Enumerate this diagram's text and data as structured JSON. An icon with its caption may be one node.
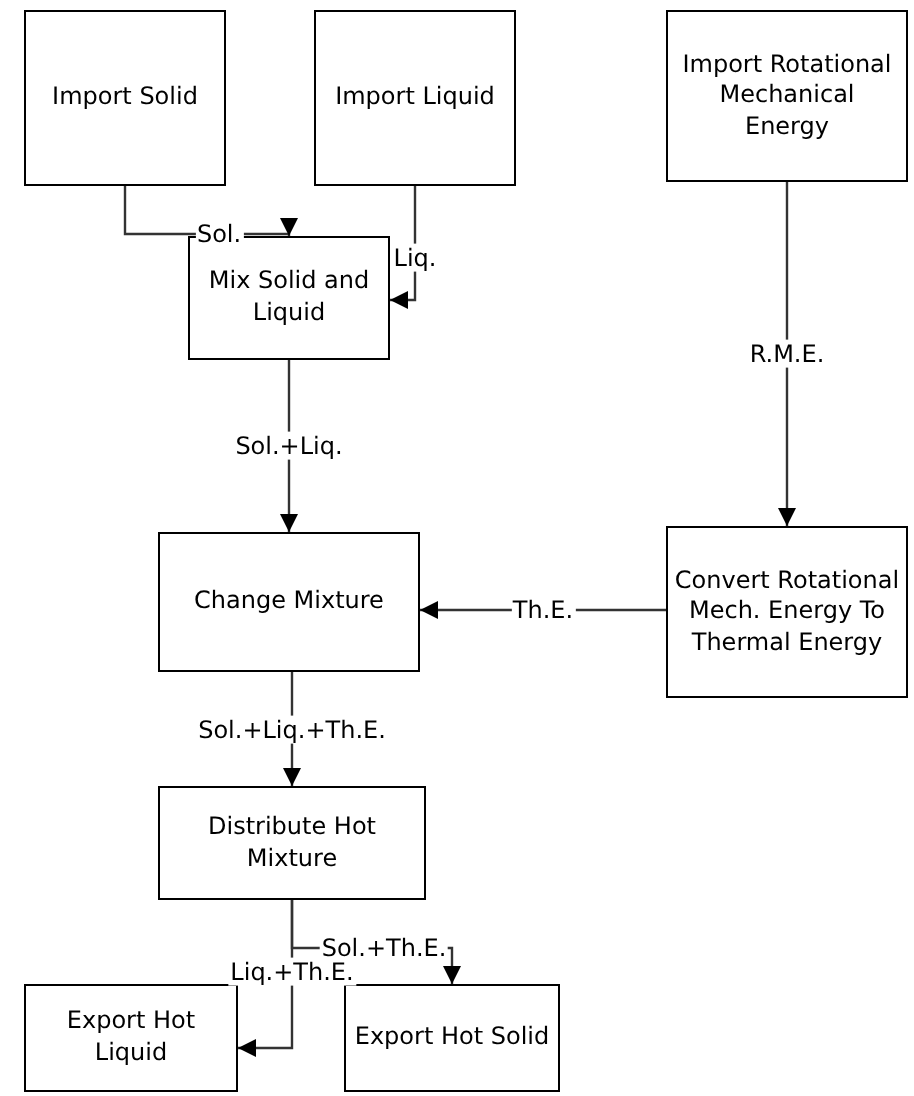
{
  "diagram": {
    "nodes": [
      {
        "text": [
          "Import Solid"
        ]
      },
      {
        "text": [
          "Import Liquid"
        ]
      },
      {
        "text": [
          "Import Rotational Mechanical Energy"
        ]
      },
      {
        "text": [
          "Mix Solid and Liquid"
        ]
      },
      {
        "text": [
          "Change Mixture"
        ]
      },
      {
        "text": [
          "Convert Rotational Mech. Energy To Thermal Energy"
        ]
      },
      {
        "text": [
          "Distribute Hot Mixture"
        ]
      },
      {
        "text": [
          "Export Hot Liquid"
        ]
      },
      {
        "text": [
          "Export Hot Solid"
        ]
      }
    ],
    "edges": [
      {
        "from": 0,
        "to": 3,
        "arrow": "to",
        "label": "Sol."
      },
      {
        "from": 1,
        "to": 3,
        "arrow": "to",
        "label": "Liq."
      },
      {
        "from": 2,
        "to": 5,
        "arrow": "to",
        "label": "R.M.E."
      },
      {
        "from": 3,
        "to": 4,
        "arrow": "to",
        "label": "Sol.+Liq."
      },
      {
        "from": 5,
        "to": 4,
        "arrow": "to",
        "label": "Th.E."
      },
      {
        "from": 4,
        "to": 6,
        "arrow": "to",
        "label": "Sol.+Liq.+Th.E."
      },
      {
        "from": 6,
        "to": 7,
        "arrow": "to",
        "label": "Liq.+Th.E."
      },
      {
        "from": 6,
        "to": 8,
        "arrow": "to",
        "label": "Sol.+Th.E."
      }
    ]
  }
}
